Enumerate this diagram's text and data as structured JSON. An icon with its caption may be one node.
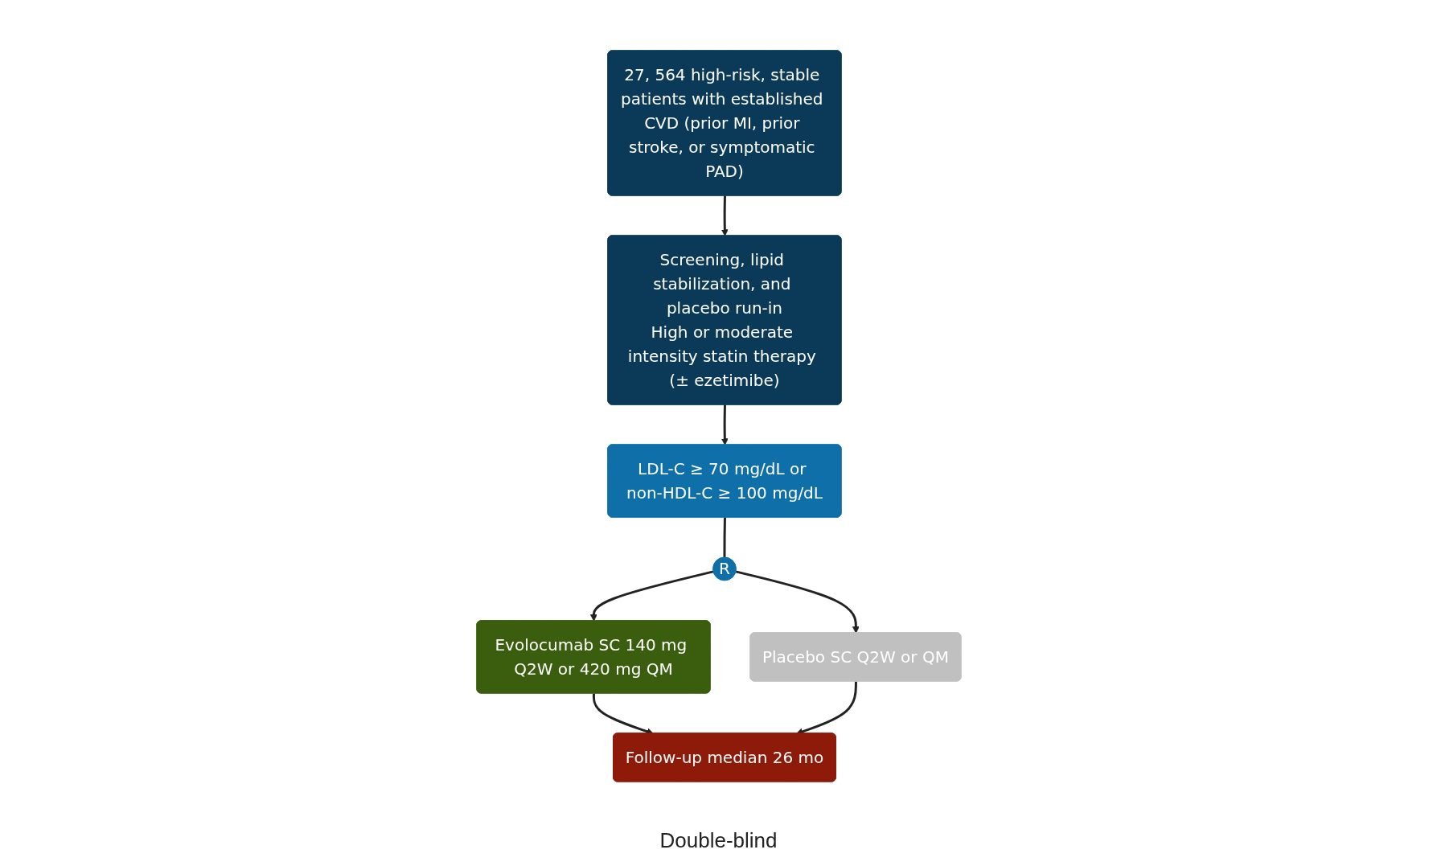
{
  "diagram": {
    "nodes": [
      {
        "text": [
          "27, 564 high-risk, stable patients with established CVD (prior MI, prior stroke, or symptomatic PAD)"
        ]
      },
      {
        "text": [
          "Screening, lipid stabilization, and placebo run-in",
          "High or moderate intensity statin therapy (± ezetimibe)"
        ]
      },
      {
        "text": [
          "LDL-C ≥ 70 mg/dL or non-HDL-C ≥ 100 mg/dL"
        ]
      },
      {
        "text": [
          "R"
        ]
      },
      {
        "text": [
          "Evolocumab SC 140 mg Q2W or 420 mg QM"
        ]
      },
      {
        "text": [
          "Placebo SC Q2W or QM"
        ]
      },
      {
        "text": [
          "Follow-up median 26 mo"
        ]
      }
    ],
    "edges": [
      {
        "from": 0,
        "to": 1,
        "arrow": "to"
      },
      {
        "from": 1,
        "to": 2,
        "arrow": "to"
      },
      {
        "from": 2,
        "to": 3,
        "arrow": "none"
      },
      {
        "from": 3,
        "to": 4,
        "arrow": "to"
      },
      {
        "from": 3,
        "to": 5,
        "arrow": "to"
      },
      {
        "from": 4,
        "to": 6,
        "arrow": "to"
      },
      {
        "from": 5,
        "to": 6,
        "arrow": "to"
      }
    ],
    "labels": [
      "Double-blind"
    ]
  }
}
